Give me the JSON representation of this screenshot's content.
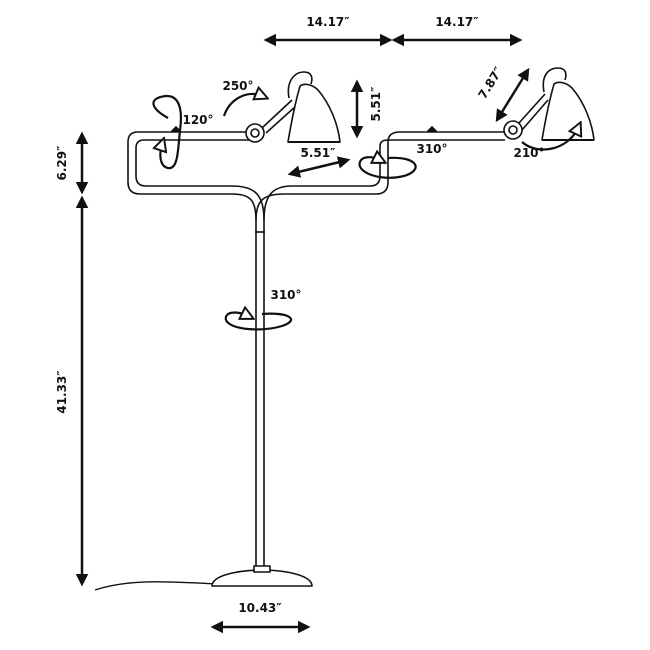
{
  "dimensions": {
    "top_left_width": "14.17″",
    "top_right_width": "14.17″",
    "left_arm_height": "6.29″",
    "stem_height": "41.33″",
    "base_width": "10.43″",
    "left_shade_height": "5.51″",
    "left_arm_extension": "5.51″",
    "right_arm_length": "7.87″"
  },
  "rotations": {
    "left_vertical_pivot": "120°",
    "left_shade_tilt": "250°",
    "center_joint": "310°",
    "right_shade_tilt": "210°",
    "stem": "310°"
  },
  "colors": {
    "line": "#111111",
    "background": "#ffffff"
  }
}
